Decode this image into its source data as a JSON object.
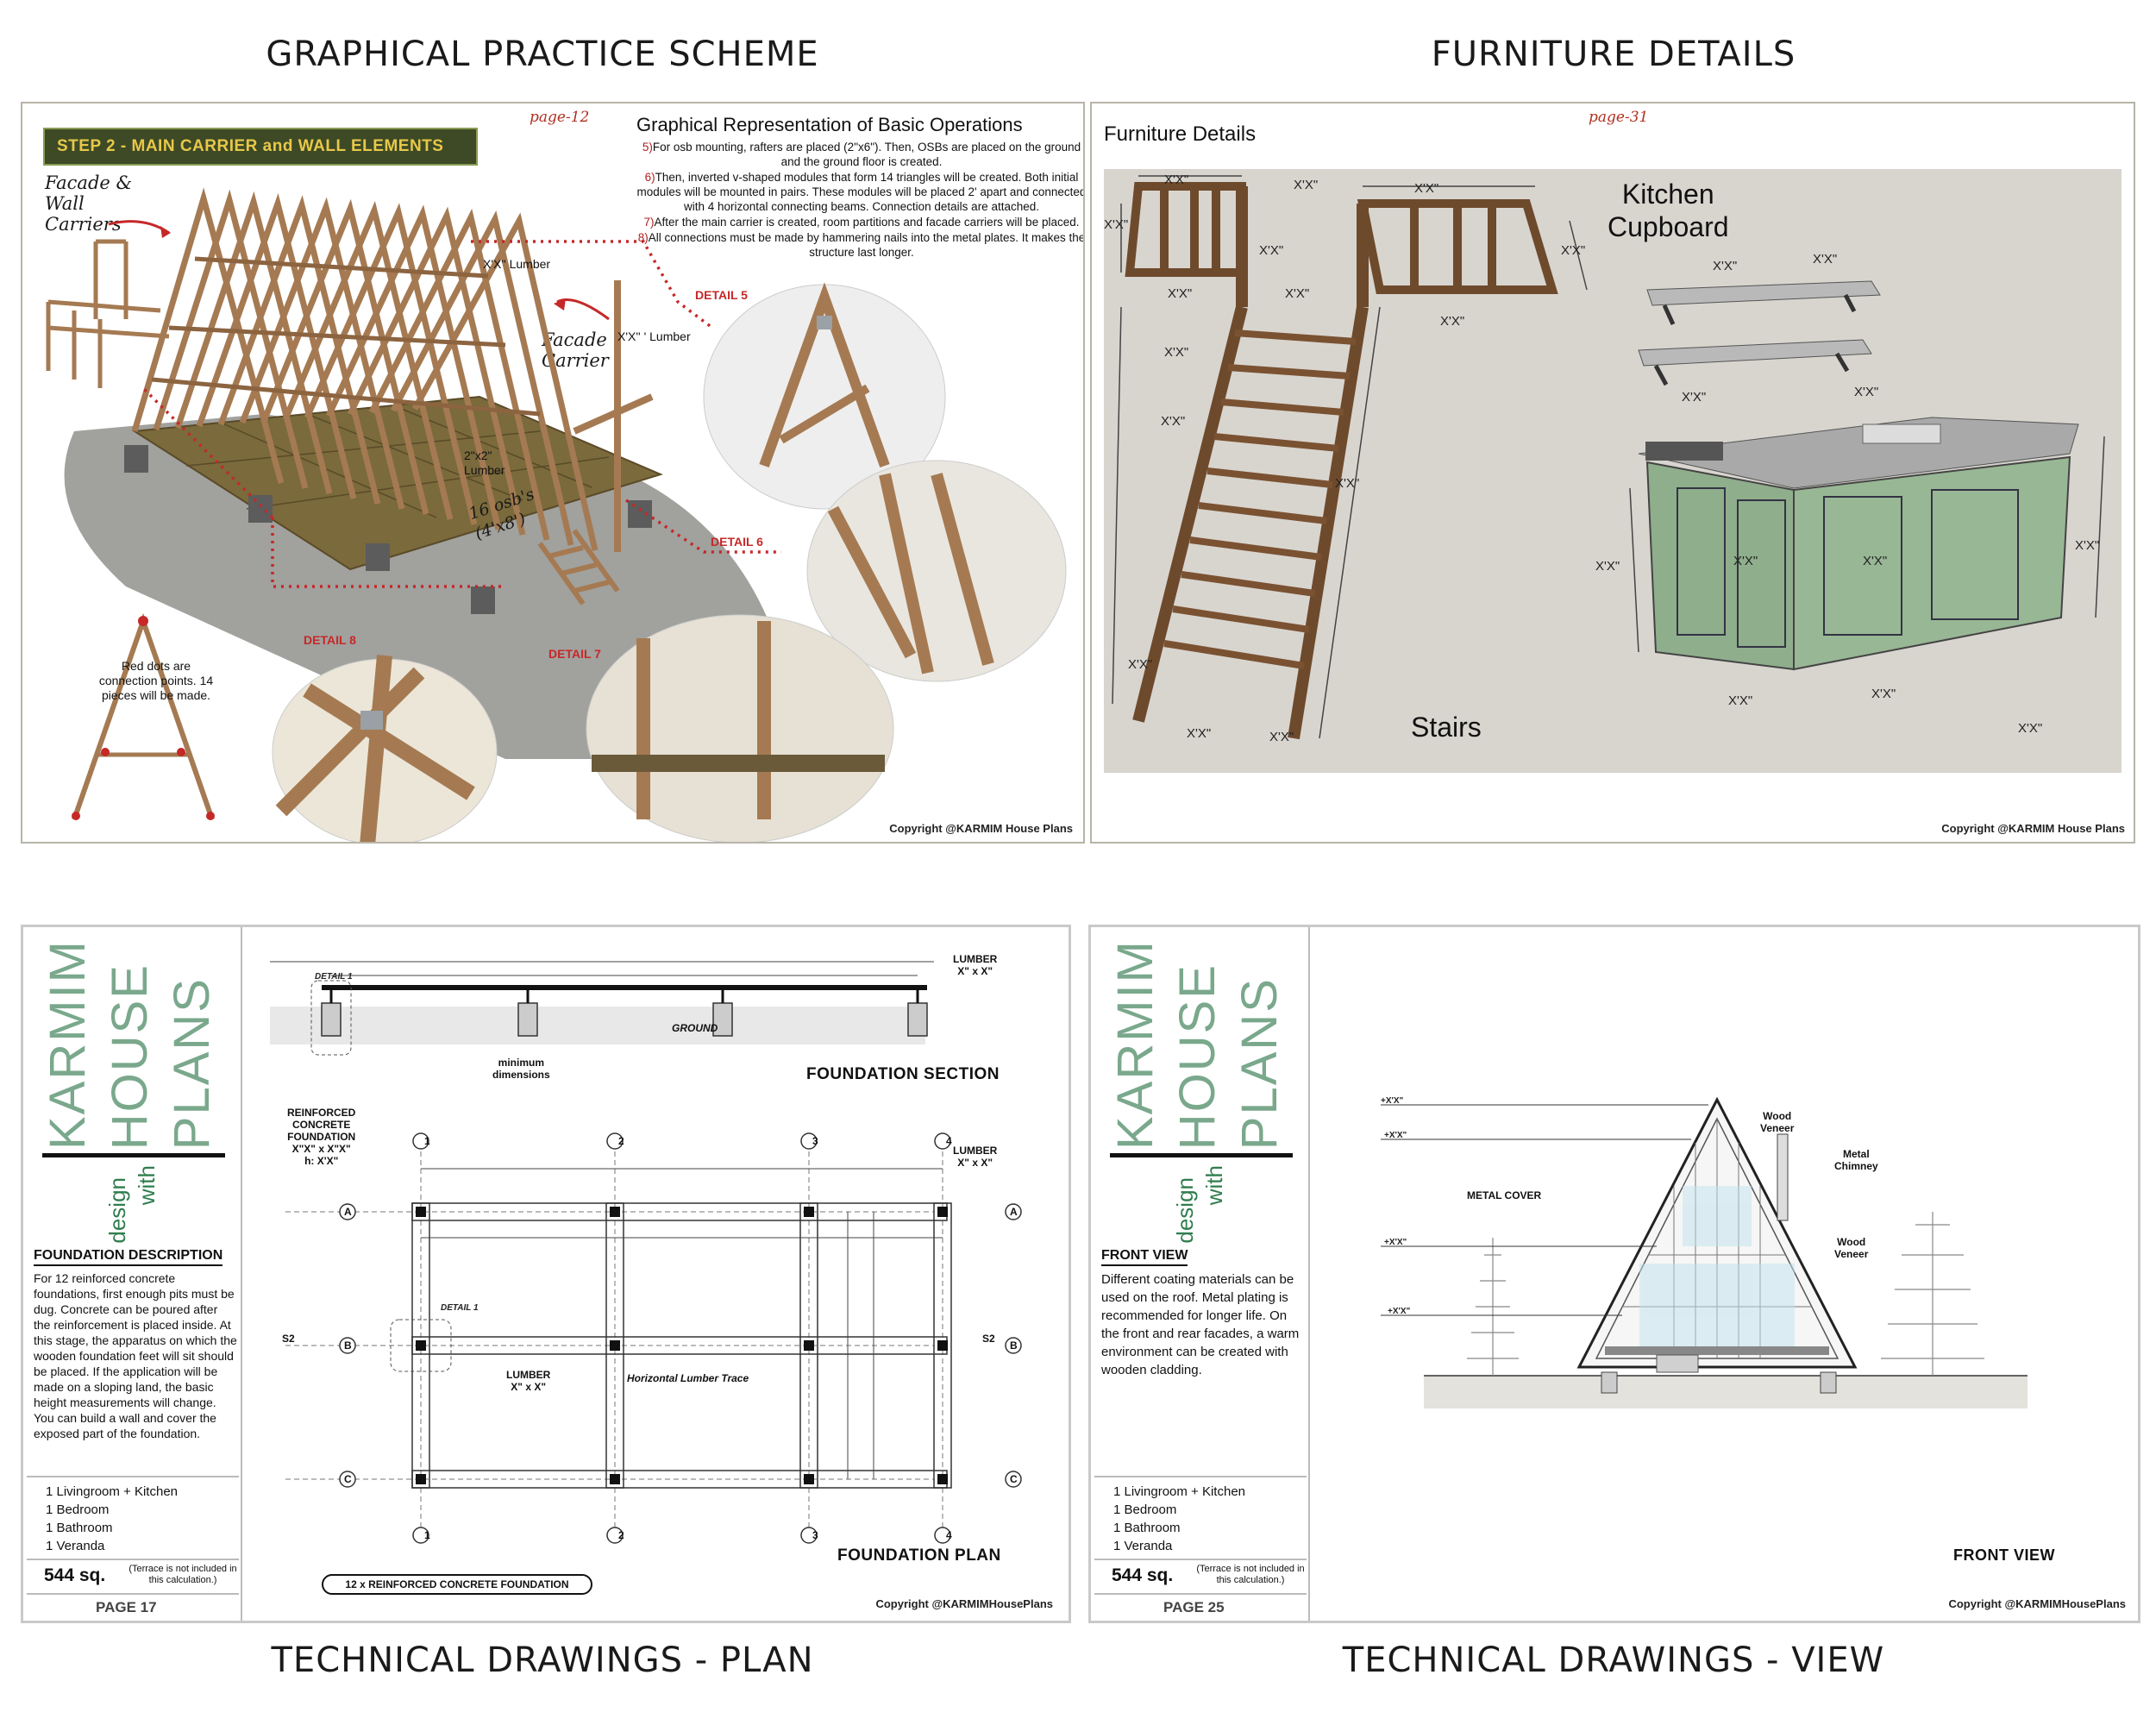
{
  "headings": {
    "top_left": "GRAPHICAL PRACTICE SCHEME",
    "top_right": "FURNITURE DETAILS",
    "bottom_left": "TECHNICAL DRAWINGS - PLAN",
    "bottom_right": "TECHNICAL DRAWINGS - VIEW"
  },
  "practice": {
    "page": "page-12",
    "step": "STEP 2 - MAIN CARRIER and WALL ELEMENTS",
    "facade_wall": "Facade &\nWall\nCarriers",
    "facade_carrier": "Facade\nCarrier",
    "ops_title": "Graphical Representation of Basic Operations",
    "ops": [
      {
        "num": "5)",
        "text": "For osb mounting, rafters are placed (2\"x6\"). Then, OSBs are placed on the ground and the ground floor is created."
      },
      {
        "num": "6)",
        "text": "Then, inverted v-shaped modules that form 14 triangles will be created. Both initial modules will be mounted in pairs. These modules will be placed 2' apart and connected with 4 horizontal connecting beams. Connection details are attached."
      },
      {
        "num": "7)",
        "text": "After the main carrier is created, room partitions and facade carriers will be placed."
      },
      {
        "num": "8)",
        "text": "All connections must be made by hammering nails into the metal plates. It makes the structure last longer."
      }
    ],
    "lumber_1": "X'X'' Lumber",
    "lumber_2": "X'X'' ' Lumber",
    "lumber_small": "2\"x2\"\nLumber",
    "osb": "16 osb's\n(4'x8')",
    "details": [
      "DETAIL 5",
      "DETAIL 6",
      "DETAIL 7",
      "DETAIL 8"
    ],
    "red_dots": "Red dots are connection points. 14 pieces will be made.",
    "copyright": "Copyright @KARMIM House Plans"
  },
  "furniture": {
    "page": "page-31",
    "title": "Furniture Details",
    "kitchen": "Kitchen\nCupboard",
    "stairs": "Stairs",
    "dim": "X'X\"",
    "copyright": "Copyright @KARMIM House Plans"
  },
  "plan_page": {
    "brand": [
      "KARMIM",
      "HOUSE",
      "PLANS"
    ],
    "design": "design",
    "with": "with",
    "desc_title": "FOUNDATION DESCRIPTION",
    "desc_body": "For 12 reinforced concrete foundations, first enough pits must be dug. Concrete can be poured after the reinforcement is placed inside. At this stage, the apparatus on which the wooden foundation feet will sit should be placed. If the application will be made on a sloping land, the basic height measurements will change. You can build a wall and cover the exposed part of the foundation.",
    "rooms": [
      "1 Livingroom + Kitchen",
      "1 Bedroom",
      "1 Bathroom",
      "1 Veranda"
    ],
    "sq": "544 sq.",
    "sq_note": "(Terrace is not included in this calculation.)",
    "page": "PAGE 17",
    "section_title": "FOUNDATION SECTION",
    "plan_title": "FOUNDATION PLAN",
    "detail_1": "DETAIL 1",
    "ground": "GROUND",
    "min_dims": "minimum\ndimensions",
    "lumber": "LUMBER\nX\" x X\"",
    "reinforced": "REINFORCED\nCONCRETE\nFOUNDATION\nX\"X\" x X\"X\"\nh: X'X\"",
    "horizontal_trace": "Horizontal Lumber Trace",
    "found_box": "12 x REINFORCED CONCRETE FOUNDATION",
    "axes_cols": [
      "1",
      "2",
      "3",
      "4"
    ],
    "axes_rows": [
      "A",
      "B",
      "C"
    ],
    "s2": "S2",
    "copyright": "Copyright @KARMIMHousePlans"
  },
  "view_page": {
    "desc_title": "FRONT VIEW",
    "desc_body": "Different coating materials can be used on the roof. Metal plating is recommended for longer life. On the front and rear facades, a warm environment can be created with wooden cladding.",
    "rooms": [
      "1 Livingroom + Kitchen",
      "1 Bedroom",
      "1 Bathroom",
      "1 Veranda"
    ],
    "sq": "544 sq.",
    "sq_note": "(Terrace is not included in this calculation.)",
    "page": "PAGE 25",
    "view_title": "FRONT VIEW",
    "wood_veneer": "Wood\nVeneer",
    "metal_chimney": "Metal\nChimney",
    "metal_cover": "METAL COVER",
    "level": "+X'X\"",
    "copyright": "Copyright @KARMIMHousePlans"
  },
  "colors": {
    "wood": "#a57a52",
    "osb": "#7a6a3c",
    "step_bg": "#3d4a25",
    "step_text": "#e8c84a",
    "cabinet": "#8fae8c",
    "brand_green": "#7aa88c",
    "detail_red": "#c62828"
  }
}
